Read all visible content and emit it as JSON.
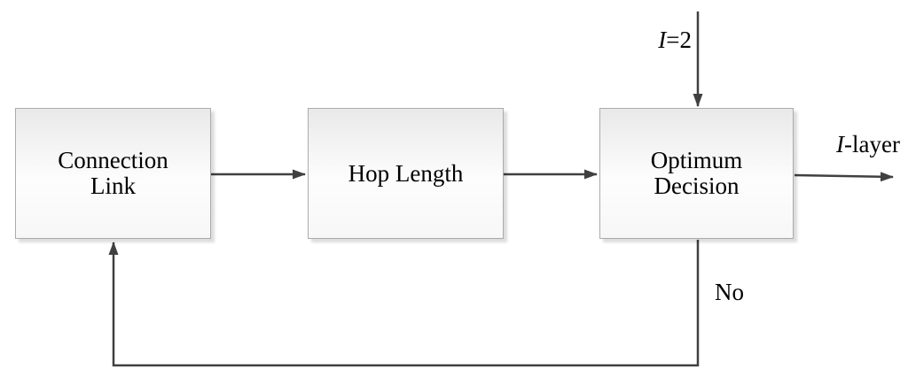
{
  "figure": {
    "type": "flowchart",
    "background": "#ffffff",
    "arrow_color": "#404040",
    "node_border_color": "#ababab",
    "node_fill_top": "#e9e9e9",
    "node_fill_bottom": "#fdfdfd",
    "text_color": "#000000",
    "nodes": [
      {
        "name": "Connection Link",
        "lines": [
          "Connection",
          "Link"
        ]
      },
      {
        "name": "Hop Length",
        "lines": [
          "Hop Length"
        ]
      },
      {
        "name": "Optimum Decision",
        "lines": [
          "Optimum",
          "Decision"
        ]
      }
    ],
    "labels": {
      "iteration_input": {
        "italic": "I",
        "rest": "=2"
      },
      "output": {
        "italic": "I",
        "rest": "-layer"
      },
      "feedback": "No"
    }
  }
}
